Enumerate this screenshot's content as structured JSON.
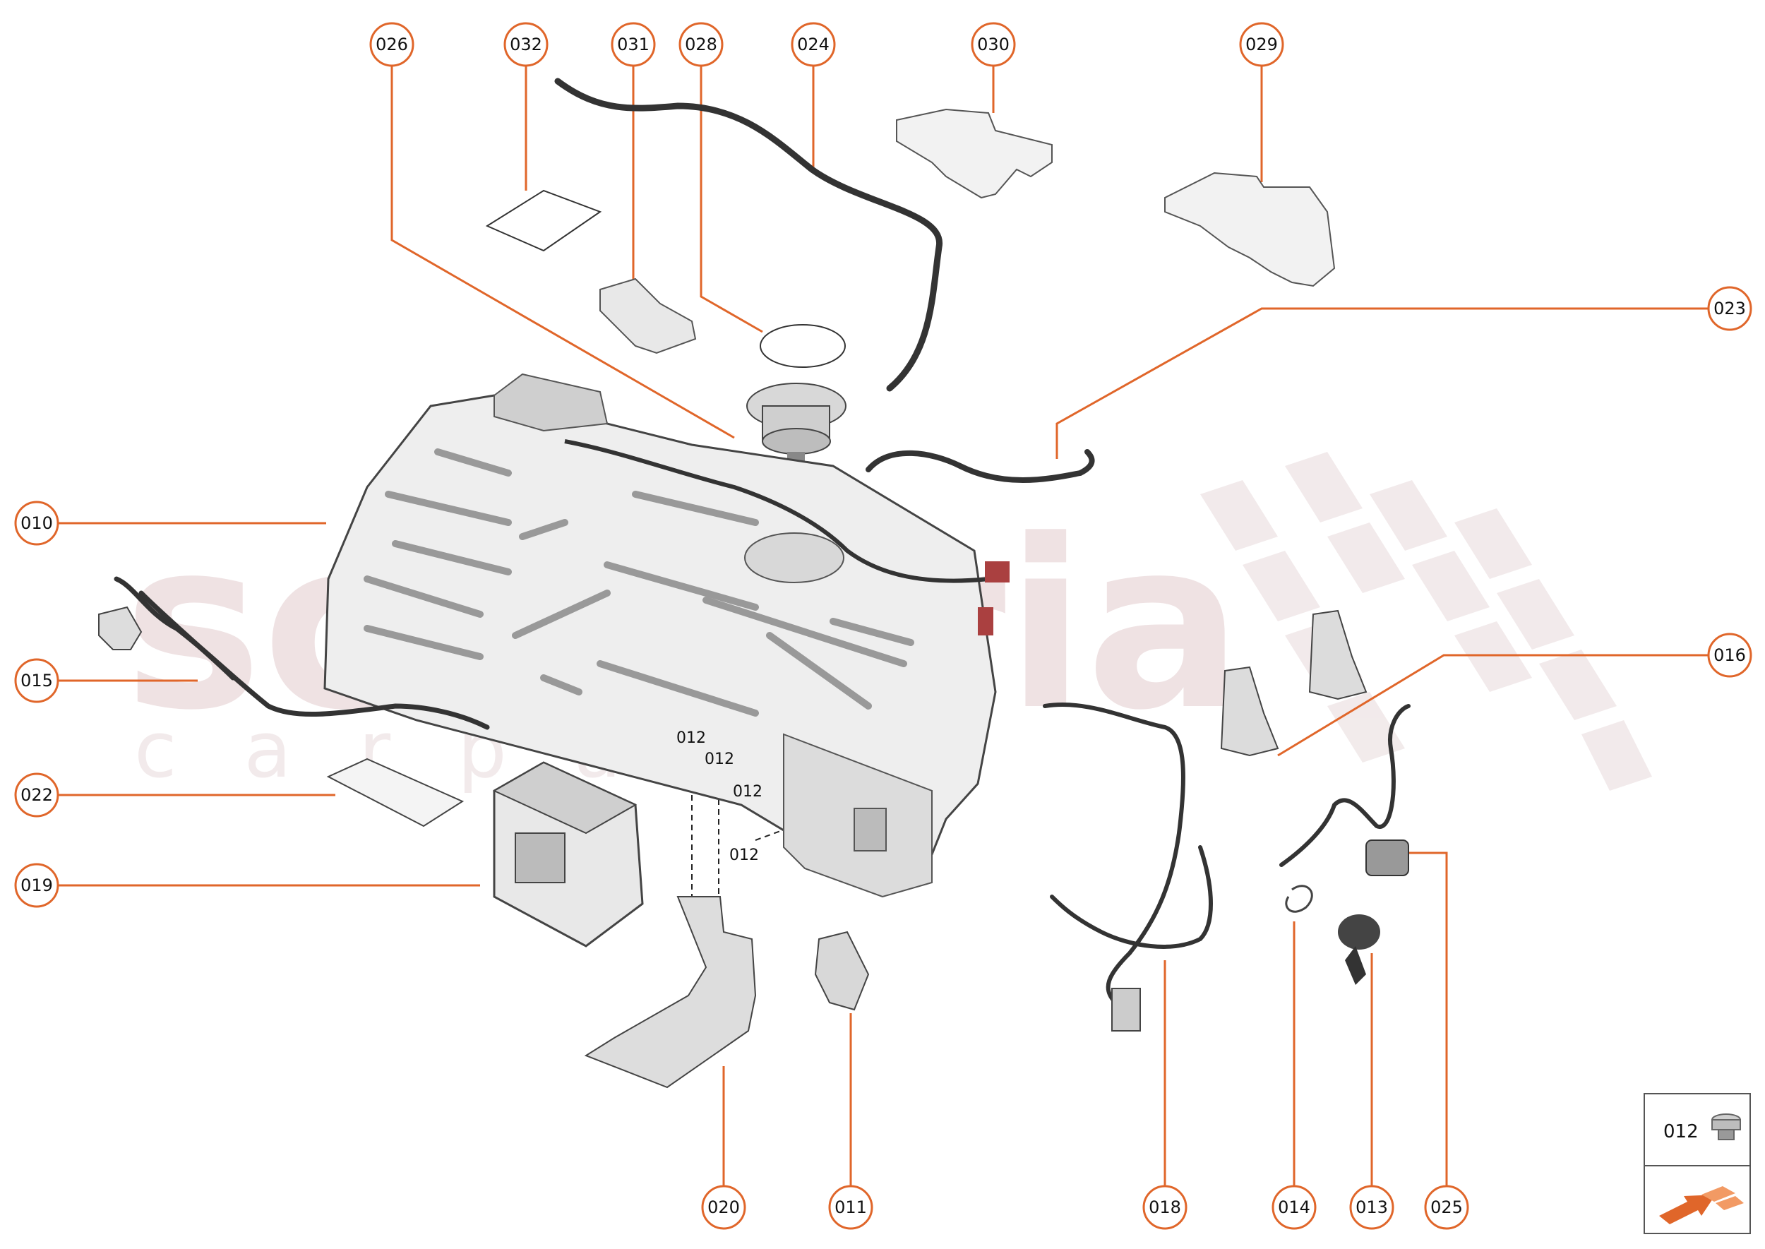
{
  "callouts": [
    {
      "id": "c026",
      "label": "026"
    },
    {
      "id": "c032",
      "label": "032"
    },
    {
      "id": "c031",
      "label": "031"
    },
    {
      "id": "c028",
      "label": "028"
    },
    {
      "id": "c024",
      "label": "024"
    },
    {
      "id": "c030",
      "label": "030"
    },
    {
      "id": "c029",
      "label": "029"
    },
    {
      "id": "c023",
      "label": "023"
    },
    {
      "id": "c010",
      "label": "010"
    },
    {
      "id": "c015",
      "label": "015"
    },
    {
      "id": "c016",
      "label": "016"
    },
    {
      "id": "c022",
      "label": "022"
    },
    {
      "id": "c019",
      "label": "019"
    },
    {
      "id": "c020",
      "label": "020"
    },
    {
      "id": "c011",
      "label": "011"
    },
    {
      "id": "c018",
      "label": "018"
    },
    {
      "id": "c014",
      "label": "014"
    },
    {
      "id": "c013",
      "label": "013"
    },
    {
      "id": "c025",
      "label": "025"
    }
  ],
  "inline_labels": [
    "012",
    "012",
    "012",
    "012"
  ],
  "legend": {
    "code": "012"
  },
  "watermark": {
    "word": "scuderia",
    "sub": "c a r p a r t s"
  },
  "colors": {
    "accent": "#e0662a",
    "watermark": "#e6d3d5",
    "line": "#555555"
  }
}
